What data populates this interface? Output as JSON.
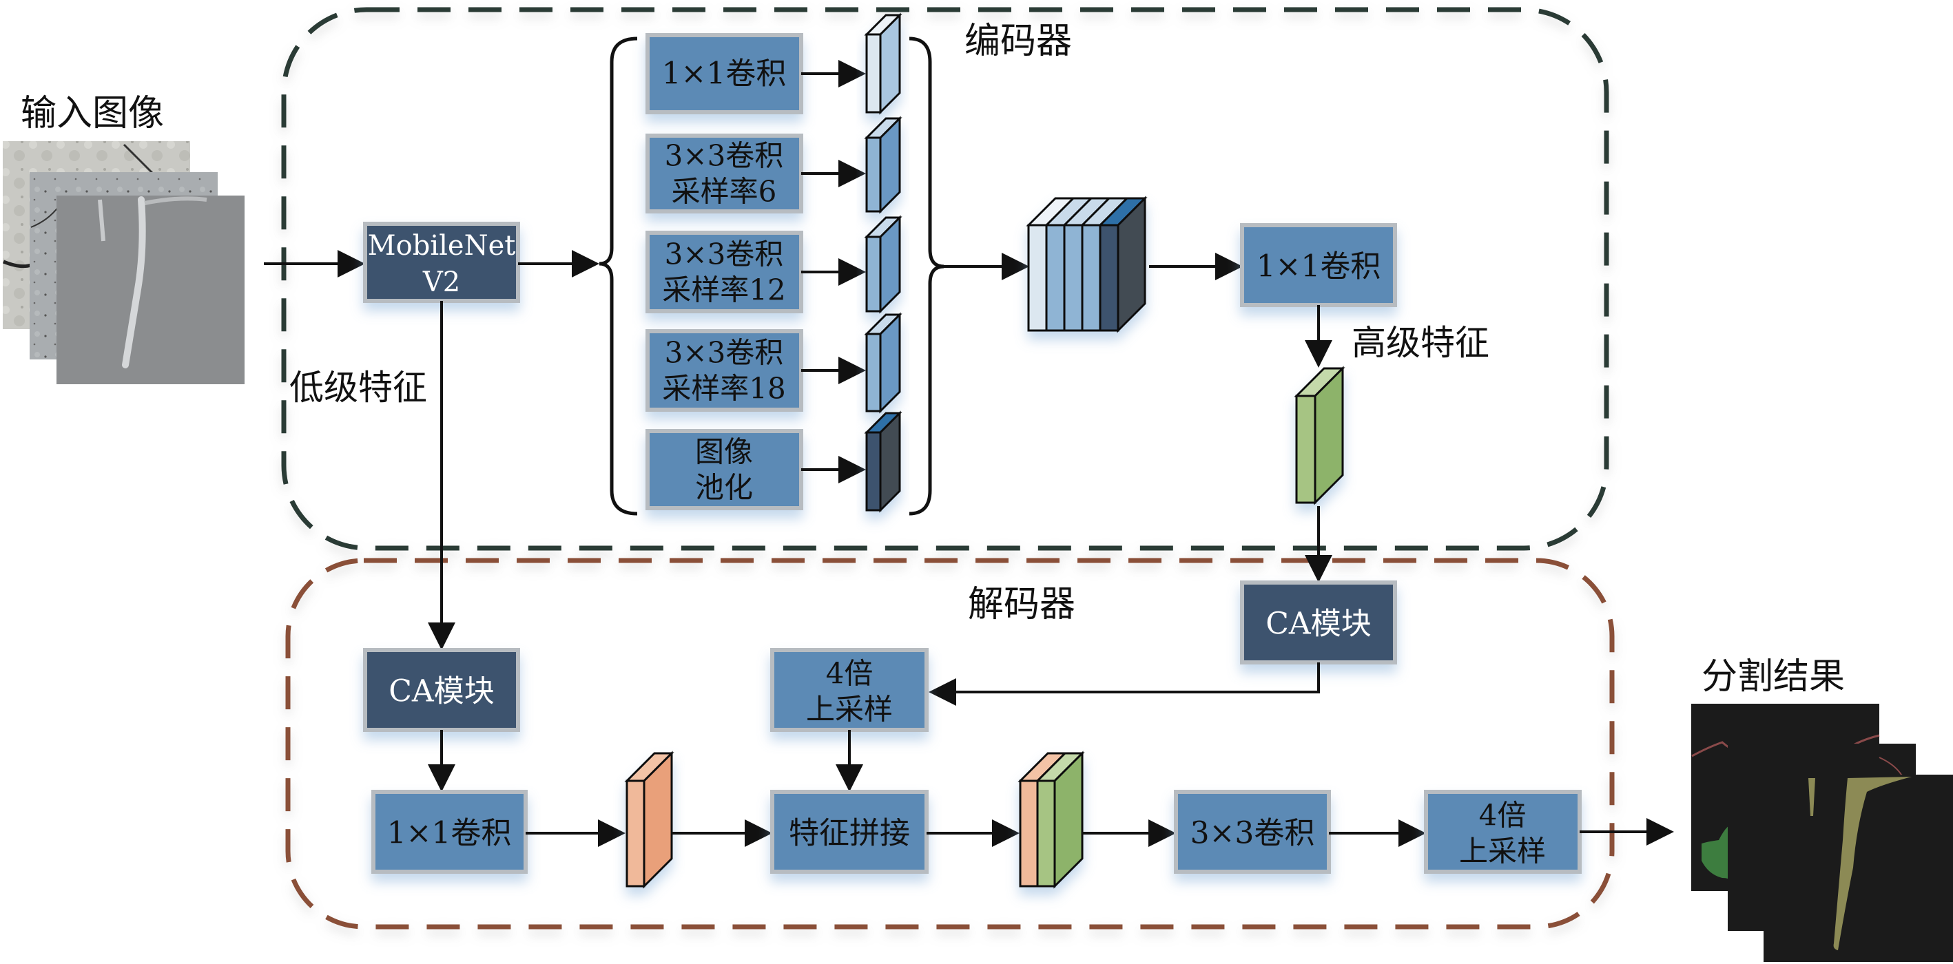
{
  "title": "DeepLabV3+ with MobileNetV2 backbone and CA module — crack segmentation architecture",
  "input": {
    "label": "输入图像",
    "image_count": 3,
    "description": "concrete surface crack photos"
  },
  "output": {
    "label": "分割结果",
    "image_count": 3,
    "description": "segmentation masks"
  },
  "encoder": {
    "label": "编码器",
    "backbone": {
      "line1": "MobileNet",
      "line2": "V2"
    },
    "low_level_label": "低级特征",
    "high_level_label": "高级特征",
    "aspp_branches": [
      {
        "line1": "1×1卷积",
        "line2": ""
      },
      {
        "line1": "3×3卷积",
        "line2": "采样率6"
      },
      {
        "line1": "3×3卷积",
        "line2": "采样率12"
      },
      {
        "line1": "3×3卷积",
        "line2": "采样率18"
      },
      {
        "line1": "图像",
        "line2": "池化"
      }
    ],
    "post_conv": "1×1卷积"
  },
  "decoder": {
    "label": "解码器",
    "ca_high": "CA模块",
    "ca_low": "CA模块",
    "upsample1": {
      "line1": "4倍",
      "line2": "上采样"
    },
    "conv_low": "1×1卷积",
    "concat": "特征拼接",
    "conv3": "3×3卷积",
    "upsample2": {
      "line1": "4倍",
      "line2": "上采样"
    }
  },
  "colors": {
    "box_light": "#5b8ab5",
    "box_dark": "#3c536e",
    "box_border": "#b7bcc1",
    "encoder_border": "#2a3a36",
    "decoder_border": "#8a5038",
    "green_slab": "#8db36a",
    "orange_slab": "#e9a07a",
    "mask_bg": "#1b1b1b",
    "mask_green": "#3d7d3f",
    "mask_olive": "#8c8a55",
    "mask_crack": "#8a4a4a"
  }
}
